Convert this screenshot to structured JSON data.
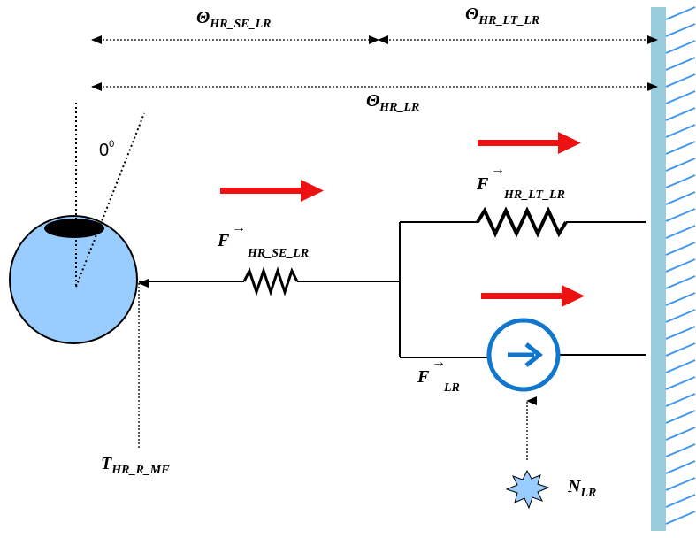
{
  "labels": {
    "theta_se": {
      "main": "Θ",
      "sub": "HR_SE_LR"
    },
    "theta_lt": {
      "main": "Θ",
      "sub": "HR_LT_LR"
    },
    "theta_total": {
      "main": "Θ",
      "sub": "HR_LR"
    },
    "angle": {
      "main": "0",
      "sup": "0"
    },
    "f_se": {
      "main": "F",
      "arrow": "→",
      "sub": "HR_SE_LR"
    },
    "f_lt": {
      "main": "F",
      "arrow": "→",
      "sub": "HR_LT_LR"
    },
    "f_lr": {
      "main": "F",
      "arrow": "→",
      "sub": "LR"
    },
    "torque": {
      "main": "T",
      "sub": "HR_R_MF"
    },
    "nerve": {
      "main": "N",
      "sub": "LR"
    }
  },
  "colors": {
    "eye_fill": "#99ccff",
    "pupil": "#000000",
    "force_arrow": "#ee1111",
    "wall": "#99ccdd",
    "hatch": "#4499ee",
    "actuator": "#1177cc",
    "nerve_fill": "#99ccff"
  },
  "icons": {
    "actuator": "right-arrow-in-circle-icon",
    "nerve": "starburst-icon"
  }
}
